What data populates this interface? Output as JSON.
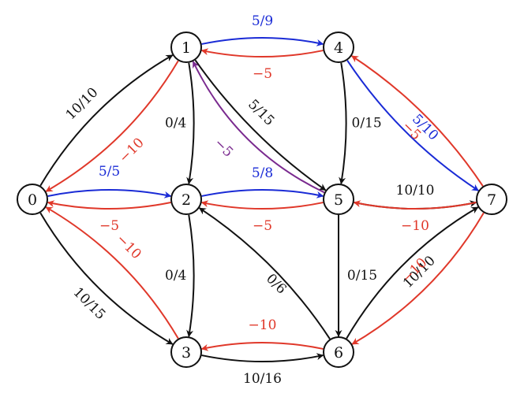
{
  "colors": {
    "black": "#111111",
    "red": "#e0382a",
    "blue": "#1a2bd6",
    "purple": "#7a2a8f"
  },
  "nodes": [
    {
      "id": "0",
      "label": "0"
    },
    {
      "id": "1",
      "label": "1"
    },
    {
      "id": "2",
      "label": "2"
    },
    {
      "id": "3",
      "label": "3"
    },
    {
      "id": "4",
      "label": "4"
    },
    {
      "id": "5",
      "label": "5"
    },
    {
      "id": "6",
      "label": "6"
    },
    {
      "id": "7",
      "label": "7"
    }
  ],
  "edges": [
    {
      "from": "0",
      "to": "1",
      "label": "10/10",
      "color": "black"
    },
    {
      "from": "1",
      "to": "0",
      "label": "−10",
      "color": "red"
    },
    {
      "from": "0",
      "to": "2",
      "label": "5/5",
      "color": "blue"
    },
    {
      "from": "2",
      "to": "0",
      "label": "−5",
      "color": "red"
    },
    {
      "from": "0",
      "to": "3",
      "label": "10/15",
      "color": "black"
    },
    {
      "from": "3",
      "to": "0",
      "label": "−10",
      "color": "red"
    },
    {
      "from": "1",
      "to": "4",
      "label": "5/9",
      "color": "blue"
    },
    {
      "from": "4",
      "to": "1",
      "label": "−5",
      "color": "red"
    },
    {
      "from": "1",
      "to": "2",
      "label": "0/4",
      "color": "black"
    },
    {
      "from": "1",
      "to": "5",
      "label": "5/15",
      "color": "black"
    },
    {
      "from": "5",
      "to": "1",
      "label": "−5",
      "color": "purple"
    },
    {
      "from": "2",
      "to": "5",
      "label": "5/8",
      "color": "blue"
    },
    {
      "from": "5",
      "to": "2",
      "label": "−5",
      "color": "red"
    },
    {
      "from": "2",
      "to": "3",
      "label": "0/4",
      "color": "black"
    },
    {
      "from": "4",
      "to": "5",
      "label": "0/15",
      "color": "black"
    },
    {
      "from": "4",
      "to": "7",
      "label": "5/10",
      "color": "blue"
    },
    {
      "from": "7",
      "to": "4",
      "label": "−5",
      "color": "red"
    },
    {
      "from": "5",
      "to": "7",
      "label": "10/10",
      "color": "black"
    },
    {
      "from": "7",
      "to": "5",
      "label": "−10",
      "color": "red"
    },
    {
      "from": "5",
      "to": "6",
      "label": "0/15",
      "color": "black"
    },
    {
      "from": "6",
      "to": "2",
      "label": "0/6",
      "color": "black"
    },
    {
      "from": "3",
      "to": "6",
      "label": "10/16",
      "color": "black"
    },
    {
      "from": "6",
      "to": "3",
      "label": "−10",
      "color": "red"
    },
    {
      "from": "6",
      "to": "7",
      "label": "10/10",
      "color": "black"
    },
    {
      "from": "7",
      "to": "6",
      "label": "−10",
      "color": "red"
    }
  ]
}
